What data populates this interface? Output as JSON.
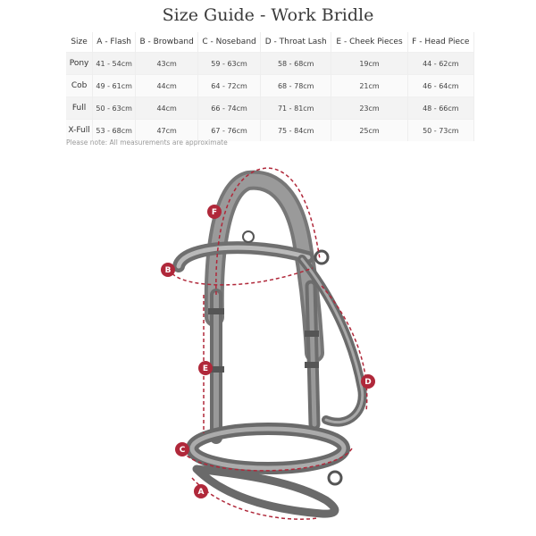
{
  "title": "Size Guide - Work Bridle",
  "table": {
    "headers": [
      "Size",
      "A - Flash",
      "B - Browband",
      "C - Noseband",
      "D - Throat Lash",
      "E - Cheek Pieces",
      "F - Head Piece"
    ],
    "rows": [
      [
        "Pony",
        "41 - 54cm",
        "43cm",
        "59 - 63cm",
        "58 - 68cm",
        "19cm",
        "44 - 62cm"
      ],
      [
        "Cob",
        "49 - 61cm",
        "44cm",
        "64 - 72cm",
        "68 - 78cm",
        "21cm",
        "46 - 64cm"
      ],
      [
        "Full",
        "50 - 63cm",
        "44cm",
        "66 - 74cm",
        "71 - 81cm",
        "23cm",
        "48 - 66cm"
      ],
      [
        "X-Full",
        "53 - 68cm",
        "47cm",
        "67 - 76cm",
        "75 - 84cm",
        "25cm",
        "50 - 73cm"
      ]
    ]
  },
  "note": "Please note: All measurements are approximate",
  "diagram": {
    "labels": [
      "A",
      "B",
      "C",
      "D",
      "E",
      "F"
    ],
    "marker_color": "#b0283a",
    "leather_color": "#6a6a6a"
  }
}
